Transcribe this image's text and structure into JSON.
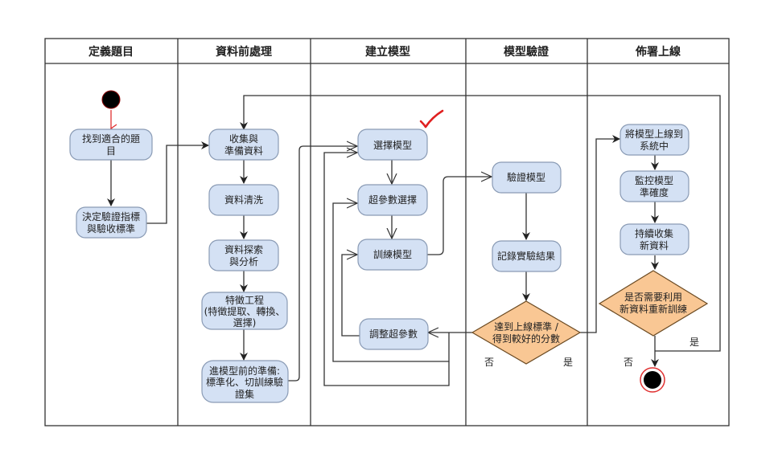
{
  "diagram": {
    "type": "swimlane-activity-diagram",
    "lanes": [
      {
        "id": "define",
        "title": "定義題目"
      },
      {
        "id": "prep",
        "title": "資料前處理"
      },
      {
        "id": "build",
        "title": "建立模型"
      },
      {
        "id": "validate",
        "title": "模型驗證"
      },
      {
        "id": "deploy",
        "title": "佈署上線"
      }
    ],
    "nodes": {
      "start": {
        "kind": "start",
        "lane": "define"
      },
      "find_topic": {
        "kind": "activity",
        "lane": "define",
        "lines": [
          "找到適合的題",
          "目"
        ]
      },
      "decide_metric": {
        "kind": "activity",
        "lane": "define",
        "lines": [
          "決定驗證指標",
          "與驗收標準"
        ]
      },
      "collect": {
        "kind": "activity",
        "lane": "prep",
        "lines": [
          "收集與",
          "準備資料"
        ]
      },
      "clean": {
        "kind": "activity",
        "lane": "prep",
        "lines": [
          "資料清洗"
        ]
      },
      "explore": {
        "kind": "activity",
        "lane": "prep",
        "lines": [
          "資料探索",
          "與分析"
        ]
      },
      "feature": {
        "kind": "activity",
        "lane": "prep",
        "lines": [
          "特徵工程",
          "(特徵提取、轉換、",
          "選擇)"
        ]
      },
      "pre_model": {
        "kind": "activity",
        "lane": "prep",
        "lines": [
          "進模型前的準備:",
          "標準化、切訓練驗",
          "證集"
        ]
      },
      "select_model": {
        "kind": "activity",
        "lane": "build",
        "lines": [
          "選擇模型"
        ],
        "annotation": "red-checkmark"
      },
      "hyperparam": {
        "kind": "activity",
        "lane": "build",
        "lines": [
          "超參數選擇"
        ]
      },
      "train": {
        "kind": "activity",
        "lane": "build",
        "lines": [
          "訓練模型"
        ]
      },
      "tune": {
        "kind": "activity",
        "lane": "build",
        "lines": [
          "調整超參數"
        ]
      },
      "verify": {
        "kind": "activity",
        "lane": "validate",
        "lines": [
          "驗證模型"
        ]
      },
      "record": {
        "kind": "activity",
        "lane": "validate",
        "lines": [
          "記錄實驗結果"
        ]
      },
      "meet_std": {
        "kind": "decision",
        "lane": "validate",
        "lines": [
          "達到上線標準 /",
          "得到較好的分數"
        ]
      },
      "deploy_sys": {
        "kind": "activity",
        "lane": "deploy",
        "lines": [
          "將模型上線到",
          "系統中"
        ]
      },
      "monitor": {
        "kind": "activity",
        "lane": "deploy",
        "lines": [
          "監控模型",
          "準確度"
        ]
      },
      "keep_collect": {
        "kind": "activity",
        "lane": "deploy",
        "lines": [
          "持續收集",
          "新資料"
        ]
      },
      "retrain": {
        "kind": "decision",
        "lane": "deploy",
        "lines": [
          "是否需要利用",
          "新資料重新訓練"
        ]
      },
      "end": {
        "kind": "end",
        "lane": "deploy"
      }
    },
    "edges": [
      {
        "from": "start",
        "to": "find_topic"
      },
      {
        "from": "find_topic",
        "to": "decide_metric"
      },
      {
        "from": "decide_metric",
        "to": "collect"
      },
      {
        "from": "collect",
        "to": "clean"
      },
      {
        "from": "clean",
        "to": "explore"
      },
      {
        "from": "explore",
        "to": "feature"
      },
      {
        "from": "feature",
        "to": "pre_model"
      },
      {
        "from": "pre_model",
        "to": "select_model"
      },
      {
        "from": "select_model",
        "to": "hyperparam"
      },
      {
        "from": "hyperparam",
        "to": "train"
      },
      {
        "from": "train",
        "to": "verify"
      },
      {
        "from": "verify",
        "to": "record"
      },
      {
        "from": "record",
        "to": "meet_std"
      },
      {
        "from": "meet_std",
        "to": "tune",
        "label": "否"
      },
      {
        "from": "meet_std",
        "to": "hyperparam",
        "label": "否"
      },
      {
        "from": "meet_std",
        "to": "select_model",
        "label": "否"
      },
      {
        "from": "tune",
        "to": "train"
      },
      {
        "from": "meet_std",
        "to": "deploy_sys",
        "label": "是"
      },
      {
        "from": "deploy_sys",
        "to": "monitor"
      },
      {
        "from": "monitor",
        "to": "keep_collect"
      },
      {
        "from": "keep_collect",
        "to": "retrain"
      },
      {
        "from": "retrain",
        "to": "collect",
        "label": "是"
      },
      {
        "from": "retrain",
        "to": "end",
        "label": "否"
      }
    ],
    "edge_labels": {
      "meet_no": "否",
      "meet_yes": "是",
      "retrain_yes": "是",
      "retrain_no": "否"
    },
    "colors": {
      "activity_fill": "#d4e1f4",
      "activity_stroke": "#8a9bb5",
      "decision_fill": "#f9c794",
      "start_fill": "#000000",
      "start_ring": "#e03030",
      "checkmark": "#e02020",
      "line": "#333333"
    }
  }
}
